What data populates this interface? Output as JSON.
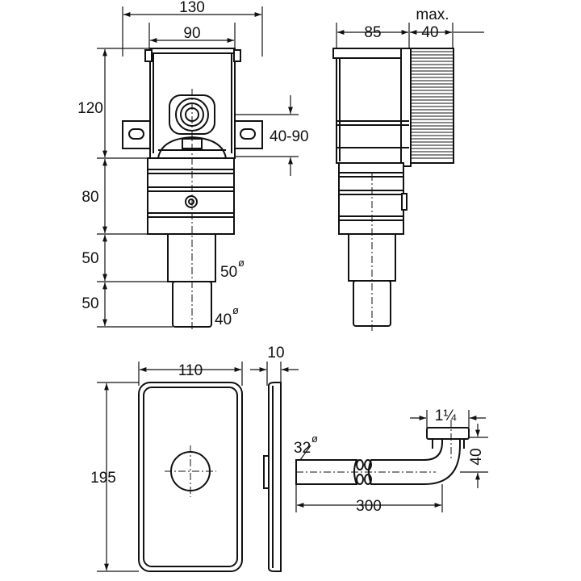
{
  "drawing": {
    "front_view": {
      "width_outer": "130",
      "width_inner": "90",
      "height_box": "120",
      "height_adjust": "40-90",
      "height_mid": "80",
      "height_pipe1": "50",
      "height_pipe2": "50",
      "diameter_pipe1": "50",
      "diameter_pipe2": "40",
      "diameter_symbol": "ø"
    },
    "side_view": {
      "depth": "85",
      "extension_prefix": "max.",
      "extension_value": "40"
    },
    "cover_plate": {
      "width": "110",
      "height": "195",
      "thickness": "10"
    },
    "siphon_pipe": {
      "diameter": "32",
      "thread": "1¼",
      "rise": "40",
      "length": "300"
    }
  }
}
